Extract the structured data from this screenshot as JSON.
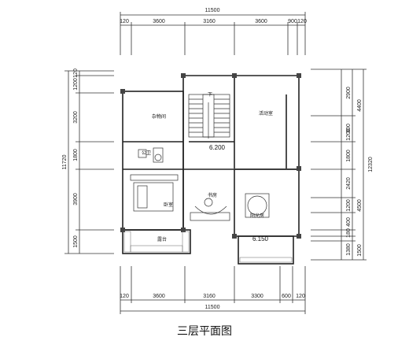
{
  "title": "三层平面图",
  "dims": {
    "top_total": "11500",
    "top_segments": [
      "120",
      "3600",
      "3160",
      "3600",
      "900",
      "120"
    ],
    "bottom_total": "11500",
    "bottom_segments": [
      "120",
      "3600",
      "3160",
      "3300",
      "600",
      "120"
    ],
    "left_total": "11720",
    "left_segments": [
      "120",
      "1200",
      "3200",
      "1800",
      "3900",
      "1500"
    ],
    "right_outer": [
      "2900",
      "4400",
      "12320",
      "4500",
      "1500"
    ],
    "right_inner": [
      "300",
      "1200",
      "1800",
      "2420",
      "1200",
      "400",
      "180",
      "1380"
    ]
  },
  "rooms": {
    "storage": "杂物间",
    "activity": "活动室",
    "toilet": "公卫",
    "bedroom": "卧室",
    "study": "书房",
    "sunroom": "阳光房",
    "terrace": "露台"
  },
  "levels": {
    "stair": "6.200",
    "balcony": "6.150",
    "stair_down": "下"
  }
}
